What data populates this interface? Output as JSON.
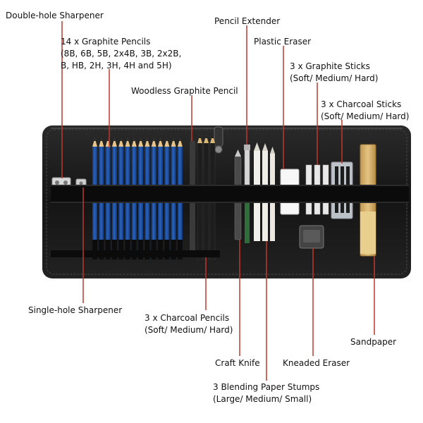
{
  "labels": {
    "double_hole_sharpener": "Double-hole Sharpener",
    "graphite_pencils_line1": "14 x Graphite Pencils",
    "graphite_pencils_line2": "(8B, 6B, 5B, 2x4B, 3B, 2x2B,",
    "graphite_pencils_line3": "B, HB, 2H, 3H, 4H and 5H)",
    "pencil_extender": "Pencil Extender",
    "plastic_eraser": "Plastic Eraser",
    "graphite_sticks_line1": "3 x Graphite Sticks",
    "graphite_sticks_line2": "(Soft/ Medium/ Hard)",
    "woodless_graphite_pencil": "Woodless Graphite Pencil",
    "charcoal_sticks_line1": "3 x Charcoal Sticks",
    "charcoal_sticks_line2": "(Soft/ Medium/ Hard)",
    "single_hole_sharpener": "Single-hole Sharpener",
    "charcoal_pencils_line1": "3 x Charcoal Pencils",
    "charcoal_pencils_line2": "(Soft/ Medium/ Hard)",
    "sandpaper": "Sandpaper",
    "craft_knife": "Craft Knife",
    "kneaded_eraser": "Kneaded Eraser",
    "blending_stumps_line1": "3 Blending Paper Stumps",
    "blending_stumps_line2": "(Large/ Medium/ Small)"
  },
  "colors": {
    "leader_line": "#c0392b",
    "case": "#141414",
    "pencil_blue": "#1e4fa0",
    "strap": "#0d0d0d"
  }
}
